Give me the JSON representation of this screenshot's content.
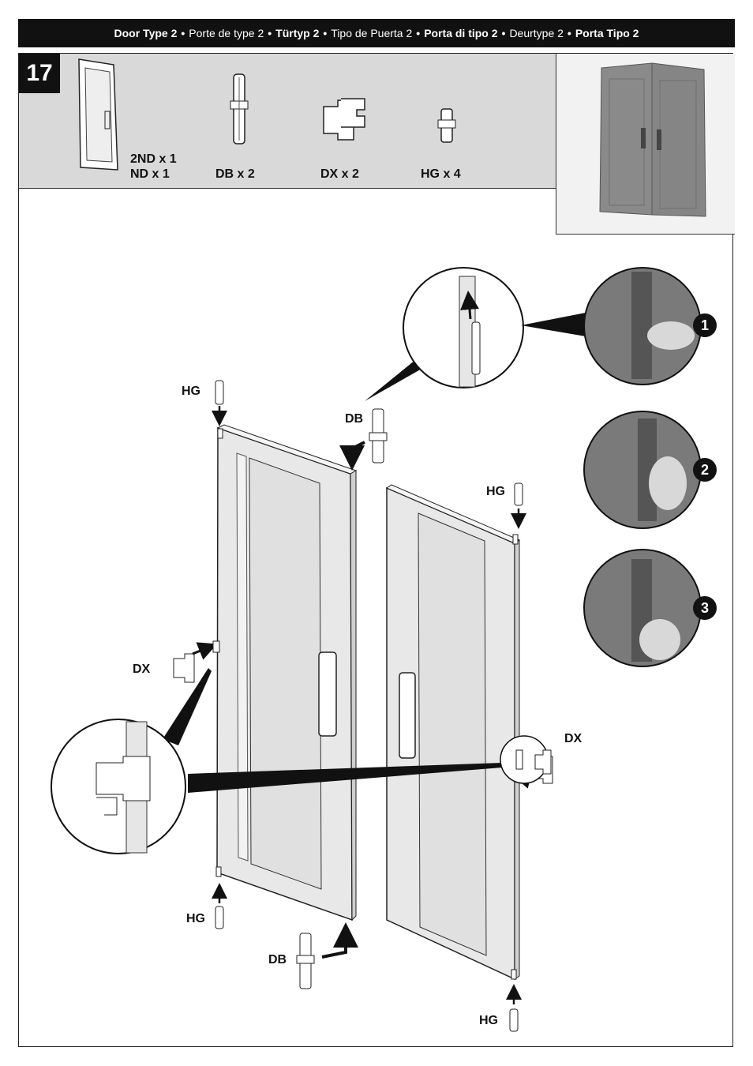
{
  "header": {
    "segments": [
      {
        "text": "Door Type 2",
        "bold": true
      },
      {
        "text": "Porte de type 2",
        "bold": false
      },
      {
        "text": "Türtyp 2",
        "bold": true
      },
      {
        "text": "Tipo de Puerta 2",
        "bold": false
      },
      {
        "text": "Porta di tipo 2",
        "bold": true
      },
      {
        "text": "Deurtype 2",
        "bold": false
      },
      {
        "text": "Porta Tipo 2",
        "bold": true
      }
    ],
    "separator": "•"
  },
  "step": {
    "number": "17"
  },
  "parts": {
    "door_qty_1": "2ND x 1",
    "door_qty_2": "ND x 1",
    "db_qty": "DB x 2",
    "dx_qty": "DX x 2",
    "hg_qty": "HG x 4"
  },
  "labels": {
    "hg_top_left": "HG",
    "db_top": "DB",
    "hg_top_right": "HG",
    "dx_left": "DX",
    "dx_right": "DX",
    "hg_bottom_left": "HG",
    "db_bottom": "DB",
    "hg_bottom_right": "HG"
  },
  "detail_steps": [
    "1",
    "2",
    "3"
  ],
  "colors": {
    "header_bg": "#111111",
    "panel_bg": "#d9d9d9",
    "photo_door": "#8a8a8a"
  }
}
